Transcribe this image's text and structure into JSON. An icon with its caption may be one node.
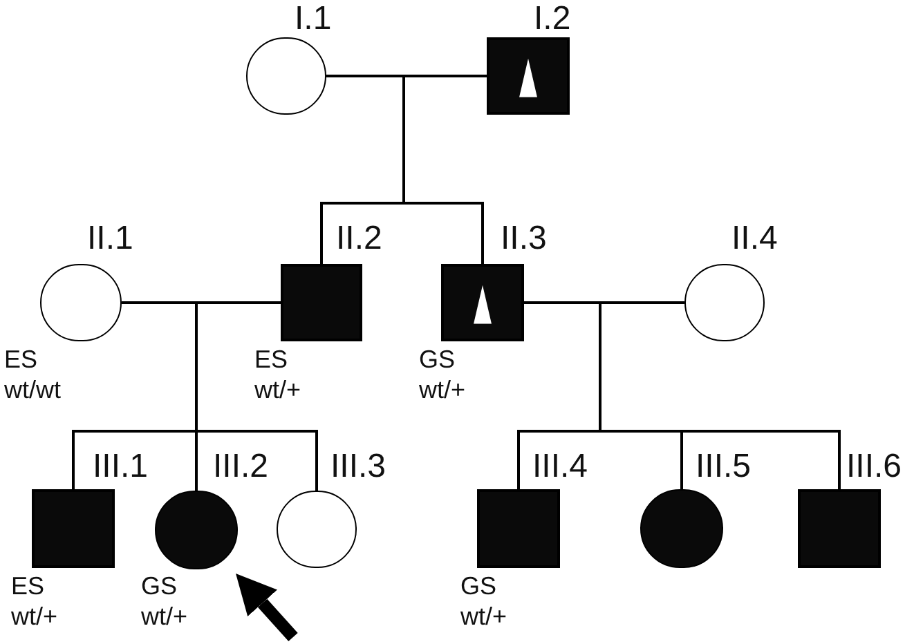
{
  "diagram": {
    "nodes": [
      {
        "text": [],
        "shape": "circle",
        "beside": [
          "I.1"
        ]
      },
      {
        "text": [],
        "shape": "box",
        "beside": [
          "I.2"
        ]
      },
      {
        "text": [],
        "shape": "circle",
        "beside": [
          "II.1",
          "ES",
          "wt/wt"
        ]
      },
      {
        "text": [],
        "shape": "box",
        "beside": [
          "II.2",
          "ES",
          "wt/+"
        ]
      },
      {
        "text": [],
        "shape": "box",
        "beside": [
          "II.3",
          "GS",
          "wt/+"
        ]
      },
      {
        "text": [],
        "shape": "circle",
        "beside": [
          "II.4"
        ]
      },
      {
        "text": [],
        "shape": "box",
        "beside": [
          "III.1",
          "ES",
          "wt/+"
        ]
      },
      {
        "text": [],
        "shape": "circle",
        "beside": [
          "III.2",
          "GS",
          "wt/+"
        ]
      },
      {
        "text": [],
        "shape": "circle",
        "beside": [
          "III.3"
        ]
      },
      {
        "text": [],
        "shape": "box",
        "beside": [
          "III.4",
          "GS",
          "wt/+"
        ]
      },
      {
        "text": [],
        "shape": "circle",
        "beside": [
          "III.5"
        ]
      },
      {
        "text": [],
        "shape": "box",
        "beside": [
          "III.6"
        ]
      }
    ],
    "edges": [
      {
        "from": 0,
        "to": 1,
        "arrow": "none"
      },
      {
        "from": null,
        "to": 3,
        "arrow": "none"
      },
      {
        "from": null,
        "to": 4,
        "arrow": "none"
      },
      {
        "from": 2,
        "to": 3,
        "arrow": "none"
      },
      {
        "from": 4,
        "to": 5,
        "arrow": "none"
      },
      {
        "from": null,
        "to": 6,
        "arrow": "none"
      },
      {
        "from": null,
        "to": 7,
        "arrow": "none"
      },
      {
        "from": null,
        "to": 8,
        "arrow": "none"
      },
      {
        "from": null,
        "to": 9,
        "arrow": "none"
      },
      {
        "from": null,
        "to": 10,
        "arrow": "none"
      },
      {
        "from": null,
        "to": 11,
        "arrow": "none"
      },
      {
        "from": null,
        "to": 7,
        "arrow": "to",
        "style": "thick"
      }
    ]
  }
}
